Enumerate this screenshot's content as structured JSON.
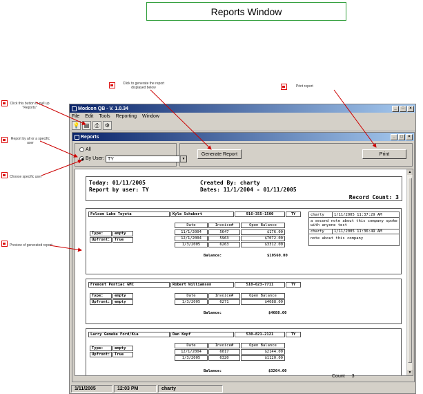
{
  "page_title": "Reports Window",
  "callouts": {
    "pull_up": "Click this button to pull up \"Reports\"",
    "report_user": "Report by all or a specific user",
    "choose_user": "Choose specific user",
    "generate": "Click to generate the report displayed below",
    "print": "Print report",
    "preview": "Preview of generated report"
  },
  "app": {
    "title": "Modcon QB - V. 1.0.34",
    "menu": [
      "File",
      "Edit",
      "Tools",
      "Reporting",
      "Window"
    ],
    "tools": [
      "bulb-icon",
      "report-icon",
      "printer-icon",
      "gear-icon"
    ]
  },
  "reports": {
    "title": "Reports",
    "radio_all": "All",
    "radio_by_user": "By User:",
    "selected_user": "TY",
    "generate_label": "Generate Report",
    "print_label": "Print",
    "count_label": "Count",
    "count_value": "3"
  },
  "report": {
    "today": "Today: 01/11/2005",
    "created_by": "Created By: charty",
    "report_by_user": "Report by user: TY",
    "dates": "Dates: 11/1/2004 - 01/11/2005",
    "record_count": "Record Count: 3",
    "col_date": "Date",
    "col_invoice": "Invoice#",
    "col_open": "Open Balance",
    "type_label": "Type:",
    "upfront_label": "Upfront:",
    "balance_label": "Balance:",
    "records": [
      {
        "company": "Folsom Lake Toyota",
        "contact": "Kyle Schubert",
        "phone": "916-355-1500",
        "user": "TY",
        "type": "empty",
        "upfront": "True",
        "rows": [
          [
            "11/1/2004",
            "5647",
            "$176.00"
          ],
          [
            "12/1/2004",
            "5963",
            "$7072.00"
          ],
          [
            "1/3/2005",
            "6263",
            "$3312.00"
          ]
        ],
        "balance": "$10560.00",
        "notes": [
          {
            "user": "charty",
            "stamp": "1/11/2005 11:37:29 AM",
            "text": "a second note about this company spoke with anyone test"
          },
          {
            "user": "charty",
            "stamp": "1/11/2005 11:36:49 AM",
            "text": "note about this company"
          }
        ]
      },
      {
        "company": "Fremont Pontiac GMC",
        "contact": "Robert Williamson",
        "phone": "510-623-7711",
        "user": "TY",
        "type": "empty",
        "upfront": "empty",
        "rows": [
          [
            "1/3/2005",
            "6271",
            "$4688.00"
          ]
        ],
        "balance": "$4688.00"
      },
      {
        "company": "Larry Gemeke Ford/Kia",
        "contact": "Dan Kopf",
        "phone": "530-821-2121",
        "user": "TY",
        "type": "empty",
        "upfront": "True",
        "rows": [
          [
            "12/1/2004",
            "6017",
            "$2144.00"
          ],
          [
            "1/3/2005",
            "6320",
            "$1120.00"
          ]
        ],
        "balance": "$3264.00"
      }
    ]
  },
  "status": {
    "date": "1/11/2005",
    "time": "12:03 PM",
    "user": "charty"
  }
}
